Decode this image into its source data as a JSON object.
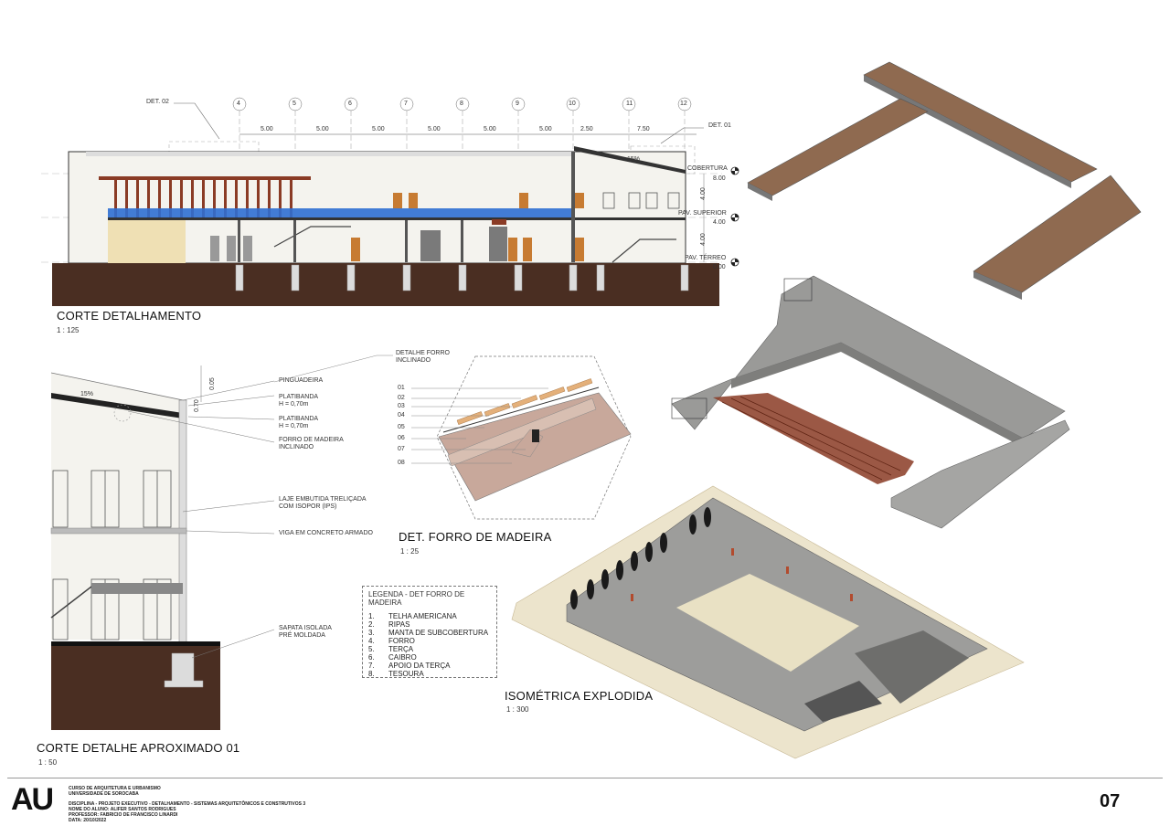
{
  "section_main": {
    "title": "CORTE DETALHAMENTO",
    "scale": "1 : 125",
    "det_left": "DET. 02",
    "det_right": "DET. 01",
    "grid_numbers": [
      "4",
      "5",
      "6",
      "7",
      "8",
      "9",
      "10",
      "11",
      "12"
    ],
    "dimensions": [
      "5.00",
      "5.00",
      "5.00",
      "5.00",
      "5.00",
      "5.00",
      "2.50",
      "7.50"
    ],
    "slope": "15%",
    "levels": [
      {
        "name": "COBERTURA",
        "value": "8.00"
      },
      {
        "name": "PAV. SUPERIOR",
        "value": "4.00"
      },
      {
        "name": "PAV. TÉRREO",
        "value": "0.00"
      }
    ],
    "level_dims": [
      "4.00",
      "4.00"
    ]
  },
  "detail_section": {
    "title": "CORTE DETALHE APROXIMADO 01",
    "scale": "1 : 50",
    "slope": "15%",
    "dims": [
      "0.05",
      "0.70"
    ],
    "labels": [
      {
        "text": "PINGUADEIRA"
      },
      {
        "text": "PLATIBANDA\nH = 0,70m"
      },
      {
        "text": "PLATIBANDA\nH = 0,70m"
      },
      {
        "text": "FORRO DE MADEIRA\nINCLINADO"
      },
      {
        "text": "LAJE EMBUTIDA TRELIÇADA\nCOM ISOPOR (IPS)"
      },
      {
        "text": "VIGA EM CONCRETO ARMADO"
      },
      {
        "text": "SAPATA ISOLADA\nPRÉ MOLDADA"
      }
    ]
  },
  "forro_detail": {
    "callout": "DETALHE FORRO\nINCLINADO",
    "title": "DET. FORRO DE MADEIRA",
    "scale": "1 : 25",
    "numbers": [
      "01",
      "02",
      "03",
      "04",
      "05",
      "06",
      "07",
      "08"
    ]
  },
  "legend": {
    "title": "LEGENDA - DET FORRO DE MADEIRA",
    "items": [
      {
        "n": "1.",
        "label": "TELHA AMERICANA"
      },
      {
        "n": "2.",
        "label": "RIPAS"
      },
      {
        "n": "3.",
        "label": "MANTA DE SUBCOBERTURA"
      },
      {
        "n": "4.",
        "label": "FORRO"
      },
      {
        "n": "5.",
        "label": "TERÇA"
      },
      {
        "n": "6.",
        "label": "CAIBRO"
      },
      {
        "n": "7.",
        "label": "APOIO DA TERÇA"
      },
      {
        "n": "8.",
        "label": "TESOURA"
      }
    ]
  },
  "isometric": {
    "title": "ISOMÉTRICA EXPLODIDA",
    "scale": "1 : 300"
  },
  "footer": {
    "logo": "AU",
    "course": "CURSO DE ARQUITETURA E URBANISMO",
    "university": "UNIVERSIDADE DE SOROCABA",
    "discipline": "DISCIPLINA - PROJETO EXECUTIVO - DETALHAMENTO - SISTEMAS ARQUITETÔNICOS E CONSTRUTIVOS 3",
    "student": "NOME DO ALUNO: ALIFER SANTOS RODRIGUES",
    "professor": "PROFESSOR: FABRICIO DE FRANCISCO LINARDI",
    "date": "DATA: 20/10/2022",
    "sheet": "07"
  },
  "colors": {
    "soil": "#4a2e22",
    "wood": "#8a3b25",
    "glass": "#2f6fd1",
    "roof": "#8f6a50",
    "concrete": "#8d8d8b",
    "site": "#ece4cc"
  }
}
